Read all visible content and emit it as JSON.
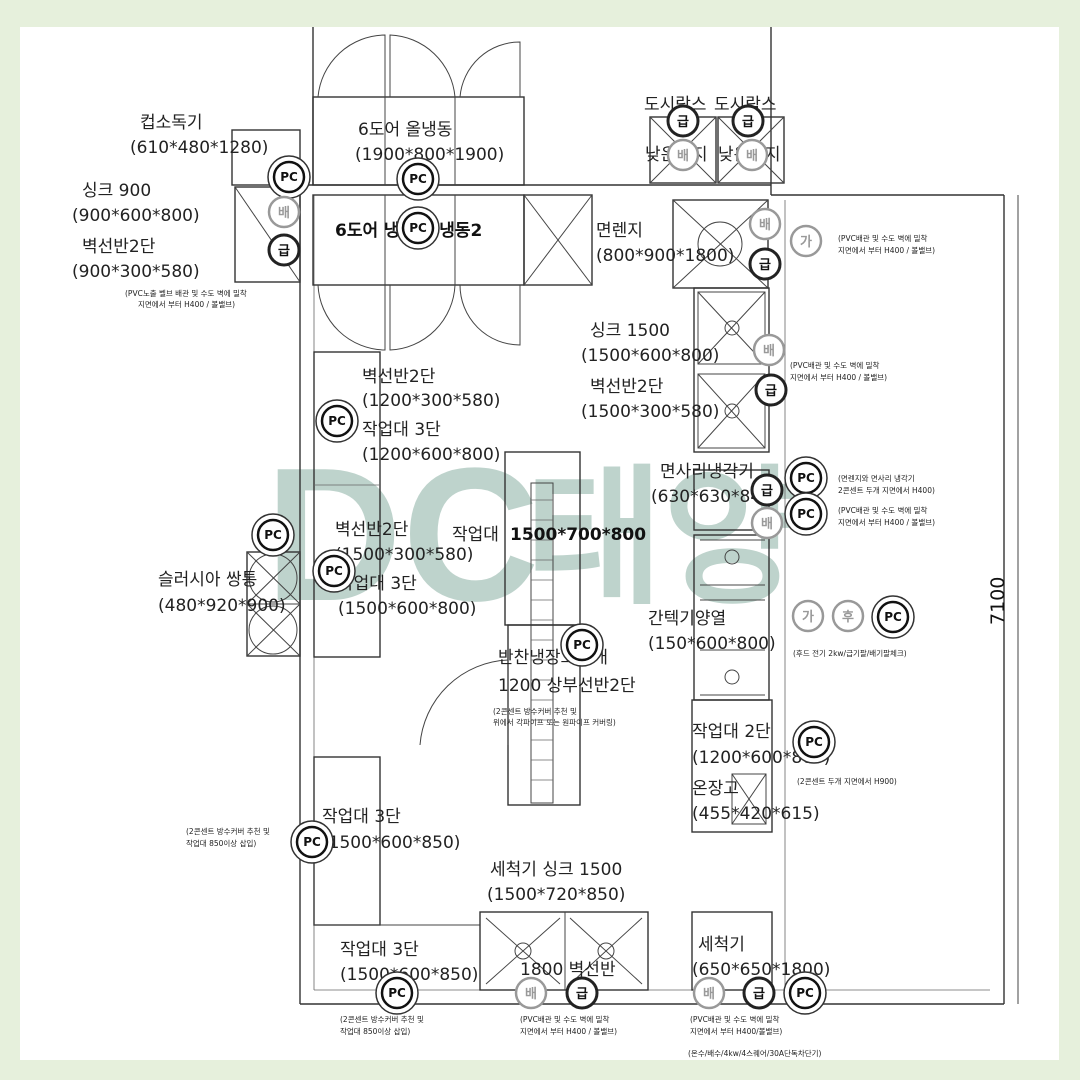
{
  "dimension": "7100",
  "watermark": {
    "latin": "DC",
    "korean": "태양"
  },
  "equipment": {
    "cup_sterilizer": {
      "name": "컵소독기",
      "size": "(610*480*1280)"
    },
    "sink_900": {
      "name": "싱크 900",
      "size": "(900*600*800)"
    },
    "wall_shelf_900": {
      "name": "벽선반2단",
      "size": "(900*300*580)"
    },
    "door6_fridge_freezer": {
      "name": "6도어 올냉동",
      "size": "(1900*800*1900)"
    },
    "door6_fridge_2": {
      "name": "6도어 냉동4/ 냉동2"
    },
    "lunchbox_1": {
      "name": "도시락스",
      "extra": "낮은렌지"
    },
    "lunchbox_2": {
      "name": "도시락스",
      "extra": "낮은렌지"
    },
    "noodle_range": {
      "name": "면렌지",
      "size": "(800*900*1800)"
    },
    "sink_1500": {
      "name": "싱크 1500",
      "size": "(1500*600*800)"
    },
    "wall_shelf_1500_r": {
      "name": "벽선반2단",
      "size": "(1500*300*580)"
    },
    "wall_shelf_1200": {
      "name": "벽선반2단",
      "size": "(1200*300*580)"
    },
    "worktable_1200": {
      "name": "작업대 3단",
      "size": "(1200*600*800)"
    },
    "noodle_cooler": {
      "name": "면사리냉각기",
      "size": "(630*630*840)"
    },
    "center_table": {
      "name": "작업대",
      "size": "1500*700*800"
    },
    "wall_shelf_1500_l": {
      "name": "벽선반2단",
      "size": "(1500*300*580)"
    },
    "worktable_1500_l": {
      "name": "작업대 3단",
      "size": "(1500*600*800)"
    },
    "slush": {
      "name": "슬러시아 쌍통",
      "size": "(480*920*900)"
    },
    "griddle": {
      "name": "간텍기양열",
      "size": "(150*600*800)"
    },
    "side_fridge": {
      "name": "반찬냉장고 4개",
      "line2": "1200 상부선반2단"
    },
    "worktable_2": {
      "name": "작업대 2단",
      "size": "(1200*600*800)"
    },
    "warmer": {
      "name": "온장고",
      "size": "(455*420*615)"
    },
    "worktable_850a": {
      "name": "작업대 3단",
      "size": "(1500*600*850)"
    },
    "dish_sink": {
      "name": "세척기 싱크 1500",
      "size": "(1500*720*850)"
    },
    "wall_shelf_1800": {
      "name": "1800 벽선반"
    },
    "dishwasher": {
      "name": "세척기",
      "size": "(650*650*1800)"
    },
    "worktable_850b": {
      "name": "작업대 3단",
      "size": "(1500*600*850)"
    }
  },
  "badges": {
    "pc": "PC",
    "drain": "배",
    "supply": "급",
    "gas": "가",
    "hood": "후"
  },
  "notes": {
    "n1": [
      "(PVC노출 벨브 배관 및 수도 벽에 밀착",
      "지면에서 부터 H400 / 볼밸브)"
    ],
    "n2": [
      "(PVC배관 및 수도 벽에 밀착",
      "지면에서 부터 H400 / 볼밸브)"
    ],
    "n3": [
      "(PVC배관 및 수도 벽에 밀착",
      "지면에서 부터 H400 / 볼밸브)"
    ],
    "n4": [
      "(면렌지와 면사리 냉각기",
      "2콘센트 두개 지면에서 H400)"
    ],
    "n5": [
      "(PVC배관 및 수도 벽에 밀착",
      "지면에서 부터 H400 / 볼밸브)"
    ],
    "n6": [
      "(후드 전기 2kw/급기팔/배기팔체크)"
    ],
    "n7": [
      "(2콘센트 방수커버 추천 및",
      "위에서 각파이프 또는 원파이프 커버링)"
    ],
    "n8": [
      "(2콘센트 두개 지면에서 H900)"
    ],
    "n9": [
      "(2콘센트 방수커버 추천 및",
      "작업대 850이상 삽입)"
    ],
    "n10": [
      "(2콘센트 방수커버 추천 및",
      "작업대 850이상 삽입)"
    ],
    "n11": [
      "(PVC배관 및 수도 벽에 밀착",
      "지면에서 부터 H400 / 볼밸브)"
    ],
    "n12": [
      "(PVC배관 및 수도 벽에 밀착",
      "지면에서 부터 H400/볼밸브)"
    ],
    "n13": [
      "(온수/배수/4kw/4스퀘어/30A단독차단기)"
    ]
  }
}
